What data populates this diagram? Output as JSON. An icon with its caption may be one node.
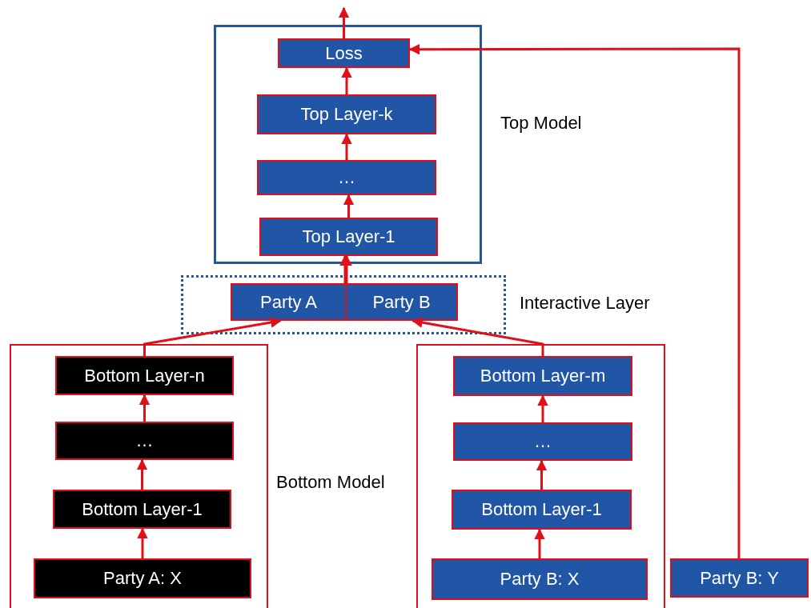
{
  "diagram": {
    "nodes": [
      {
        "text": [
          "Top Model"
        ]
      },
      {
        "text": [
          "Loss"
        ],
        "in": 0
      },
      {
        "text": [
          "Top Layer-k"
        ],
        "in": 0
      },
      {
        "text": [
          "…"
        ],
        "in": 0
      },
      {
        "text": [
          "Top Layer-1"
        ],
        "in": 0
      },
      {
        "text": [
          "Interactive Layer"
        ]
      },
      {
        "text": [
          "Party A"
        ],
        "in": 5
      },
      {
        "text": [
          "Party B"
        ],
        "in": 5
      },
      {
        "text": [],
        "shape": "box"
      },
      {
        "text": [
          "Bottom Layer-n"
        ],
        "in": 8
      },
      {
        "text": [
          "…"
        ],
        "in": 8
      },
      {
        "text": [
          "Bottom Layer-1"
        ],
        "in": 8
      },
      {
        "text": [
          "Party A: X"
        ],
        "in": 8
      },
      {
        "text": [],
        "shape": "box"
      },
      {
        "text": [
          "Bottom Layer-m"
        ],
        "in": 13
      },
      {
        "text": [
          "…"
        ],
        "in": 13
      },
      {
        "text": [
          "Bottom Layer-1"
        ],
        "in": 13
      },
      {
        "text": [
          "Party B: X"
        ],
        "in": 13
      },
      {
        "text": [
          "Party B: Y"
        ]
      }
    ],
    "edges": [
      {
        "from": 1,
        "to": null,
        "arrow": "to"
      },
      {
        "from": 2,
        "to": 1,
        "arrow": "to"
      },
      {
        "from": 3,
        "to": 2,
        "arrow": "to"
      },
      {
        "from": 4,
        "to": 3,
        "arrow": "to"
      },
      {
        "from": 6,
        "to": 4,
        "arrow": "to"
      },
      {
        "from": 7,
        "to": 4,
        "arrow": "to"
      },
      {
        "from": 9,
        "to": 6,
        "arrow": "to"
      },
      {
        "from": 10,
        "to": 9,
        "arrow": "to"
      },
      {
        "from": 11,
        "to": 10,
        "arrow": "to"
      },
      {
        "from": 12,
        "to": 11,
        "arrow": "to"
      },
      {
        "from": 14,
        "to": 7,
        "arrow": "to"
      },
      {
        "from": 15,
        "to": 14,
        "arrow": "to"
      },
      {
        "from": 16,
        "to": 15,
        "arrow": "to"
      },
      {
        "from": 17,
        "to": 16,
        "arrow": "to"
      },
      {
        "from": 18,
        "to": 1,
        "arrow": "to"
      }
    ],
    "labels": [
      "Bottom Model"
    ]
  }
}
